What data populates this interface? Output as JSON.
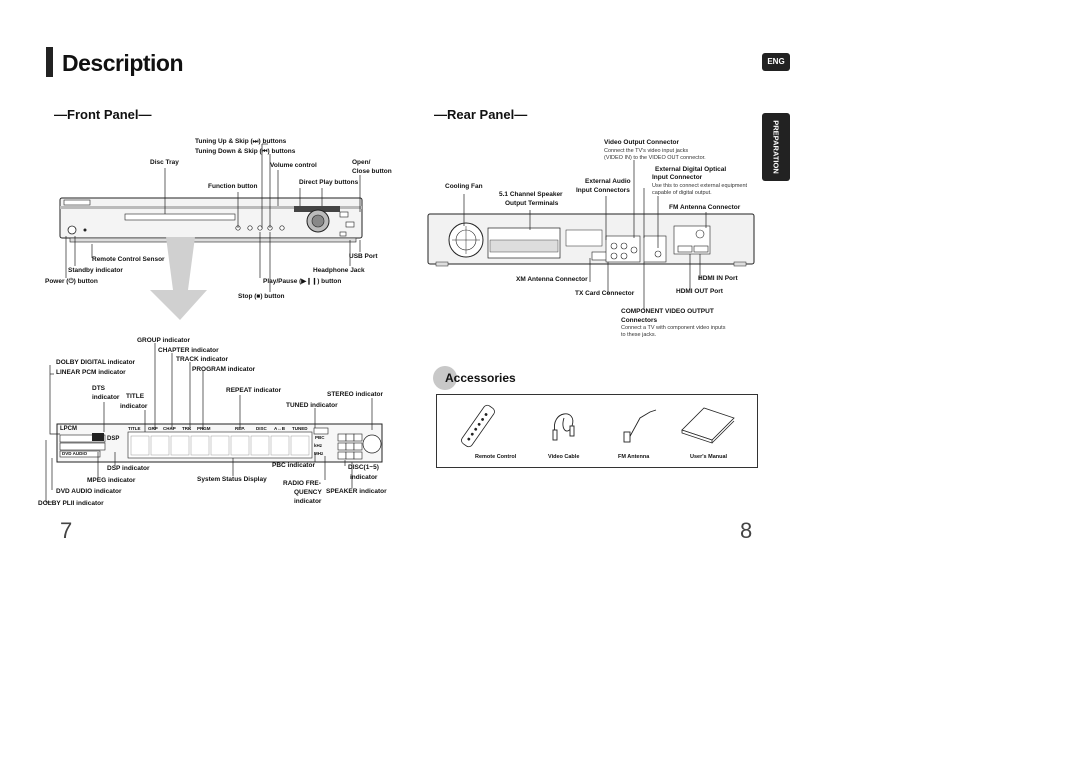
{
  "header": {
    "title": "Description",
    "lang_badge": "ENG",
    "side_tab": "PREPARATION"
  },
  "front_panel": {
    "heading": "—Front Panel—",
    "labels": {
      "tuning_up": "Tuning Up & Skip (⏭) buttons",
      "tuning_down": "Tuning Down & Skip (⏮) buttons",
      "disc_tray": "Disc Tray",
      "volume": "Volume control",
      "open_close_1": "Open/",
      "open_close_2": "Close button",
      "function": "Function button",
      "direct_play": "Direct Play buttons",
      "usb": "USB Port",
      "remote_sensor": "Remote Control Sensor",
      "standby": "Standby indicator",
      "headphone": "Headphone Jack",
      "power": "Power (⏻) button",
      "play_pause": "Play/Pause (▶❙❙) button",
      "stop": "Stop (■) button"
    }
  },
  "display": {
    "labels": {
      "group": "GROUP indicator",
      "chapter": "CHAPTER indicator",
      "track": "TRACK indicator",
      "program": "PROGRAM indicator",
      "dolby_digital": "DOLBY DIGITAL indicator",
      "linear_pcm": "LINEAR PCM indicator",
      "dts_1": "DTS",
      "dts_2": "indicator",
      "title_1": "TITLE",
      "title_2": "indicator",
      "repeat": "REPEAT indicator",
      "stereo": "STEREO indicator",
      "tuned": "TUNED indicator",
      "dsp": "DSP indicator",
      "pbc": "PBC indicator",
      "disc15_1": "DISC(1~5)",
      "disc15_2": "indicator",
      "mpeg": "MPEG indicator",
      "system_status": "System Status Display",
      "radio_freq_1": "RADIO FRE-",
      "radio_freq_2": "QUENCY",
      "radio_freq_3": "indicator",
      "speaker": "SPEAKER indicator",
      "dvd_audio": "DVD AUDIO indicator",
      "dolby_pl2": "DOLBY PLII indicator"
    },
    "screen_text": {
      "lpcm": "LPCM",
      "dsp": "DSP",
      "dvd_audio": "DVD AUDIO",
      "top_row": [
        "TITLE",
        "GRP",
        "CHAP",
        "TRK",
        "PRGM",
        "REP.",
        "DISC",
        "A↔B",
        "TUNED"
      ],
      "pbc": "PBC",
      "khz": "kHz",
      "mhz": "MHz"
    }
  },
  "rear_panel": {
    "heading": "—Rear Panel—",
    "labels": {
      "video_out": "Video Output Connector",
      "video_out_note_1": "Connect the TV's video input jacks",
      "video_out_note_2": "(VIDEO IN) to the VIDEO OUT connector.",
      "ext_optical_1": "External Digital Optical",
      "ext_optical_2": "Input Connector",
      "ext_optical_note_1": "Use this to connect external equipment",
      "ext_optical_note_2": "capable of digital output.",
      "cooling_fan": "Cooling Fan",
      "ext_audio_1": "External Audio",
      "ext_audio_2": "Input Connectors",
      "speaker_out_1": "5.1 Channel Speaker",
      "speaker_out_2": "Output Terminals",
      "fm_antenna": "FM Antenna Connector",
      "xm_antenna": "XM Antenna Connector",
      "hdmi_in": "HDMI IN Port",
      "tx_card": "TX Card Connector",
      "hdmi_out": "HDMI OUT Port",
      "component_1": "COMPONENT VIDEO OUTPUT",
      "component_2": "Connectors",
      "component_note_1": "Connect a TV with component video inputs",
      "component_note_2": "to these jacks."
    }
  },
  "accessories": {
    "heading": "Accessories",
    "items": [
      "Remote Control",
      "Video Cable",
      "FM Antenna",
      "User's Manual"
    ]
  },
  "pages": {
    "left": "7",
    "right": "8"
  }
}
